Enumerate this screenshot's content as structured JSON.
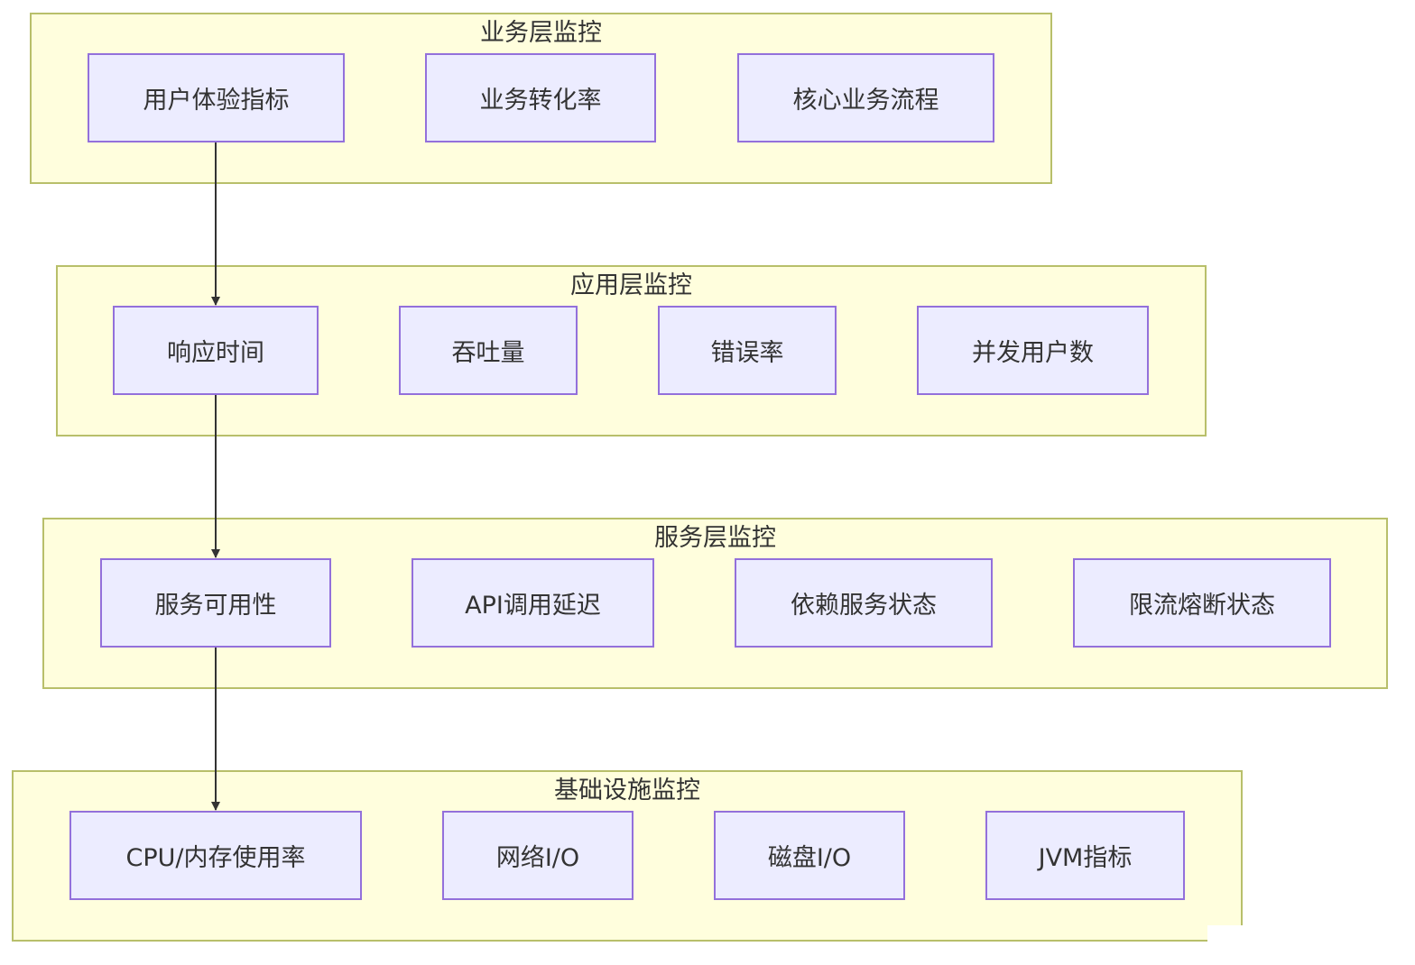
{
  "layers": {
    "business": {
      "title": "业务层监控",
      "nodes": [
        "用户体验指标",
        "业务转化率",
        "核心业务流程"
      ]
    },
    "application": {
      "title": "应用层监控",
      "nodes": [
        "响应时间",
        "吞吐量",
        "错误率",
        "并发用户数"
      ]
    },
    "service": {
      "title": "服务层监控",
      "nodes": [
        "服务可用性",
        "API调用延迟",
        "依赖服务状态",
        "限流熔断状态"
      ]
    },
    "infra": {
      "title": "基础设施监控",
      "nodes": [
        "CPU/内存使用率",
        "网络I/O",
        "磁盘I/O",
        "JVM指标"
      ]
    }
  },
  "edges": [
    {
      "from": "用户体验指标",
      "to": "响应时间"
    },
    {
      "from": "响应时间",
      "to": "服务可用性"
    },
    {
      "from": "服务可用性",
      "to": "CPU/内存使用率"
    }
  ],
  "colors": {
    "layer_fill": "#fffedd",
    "layer_border": "#b8bf6a",
    "node_fill": "#ececff",
    "node_border": "#9370db",
    "edge": "#333333"
  }
}
